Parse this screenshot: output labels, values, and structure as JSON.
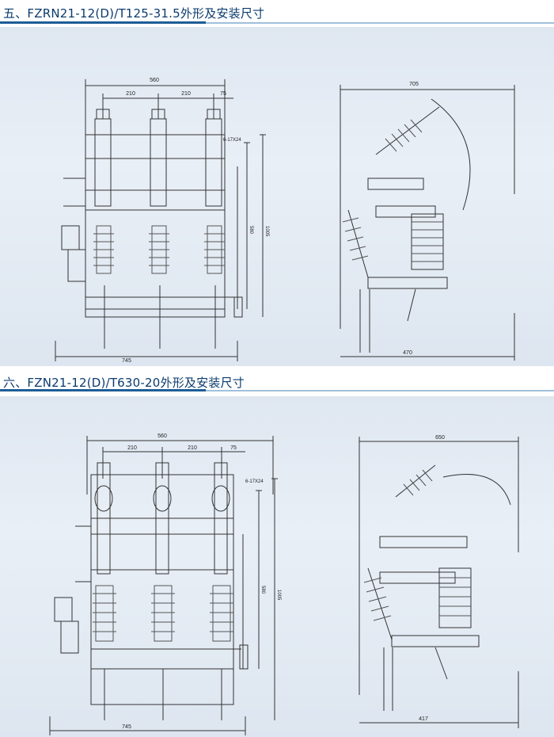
{
  "section5": {
    "title": "五、FZRN21-12(D)/T125-31.5外形及安装尺寸",
    "front": {
      "top_width": "560",
      "spacing_a": "210",
      "spacing_b": "210",
      "offset": "75",
      "holes": "6-17X24",
      "height_a": "580",
      "height_b": "1005",
      "bottom_width": "745"
    },
    "side": {
      "top_width": "705",
      "bottom_width": "470"
    }
  },
  "section6": {
    "title": "六、FZN21-12(D)/T630-20外形及安装尺寸",
    "front": {
      "top_width": "560",
      "spacing_a": "210",
      "spacing_b": "210",
      "offset": "75",
      "holes": "6-17X24",
      "height_a": "580",
      "height_b": "1005",
      "bottom_width": "745"
    },
    "side": {
      "top_width": "650",
      "bottom_width": "417"
    }
  }
}
